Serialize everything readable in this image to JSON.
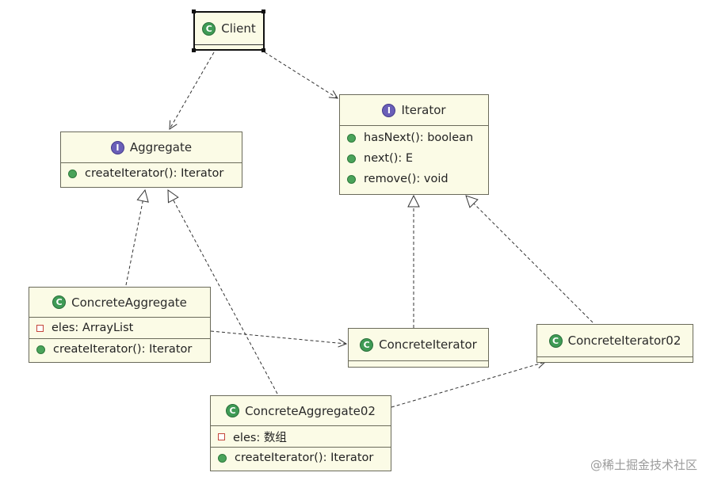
{
  "classes": {
    "client": {
      "name": "Client",
      "kind": "class"
    },
    "iterator": {
      "name": "Iterator",
      "kind": "interface",
      "methods": [
        "hasNext(): boolean",
        "next(): E",
        "remove(): void"
      ]
    },
    "aggregate": {
      "name": "Aggregate",
      "kind": "interface",
      "methods": [
        "createIterator(): Iterator"
      ]
    },
    "concrete_aggregate": {
      "name": "ConcreteAggregate",
      "kind": "class",
      "fields": [
        "eles: ArrayList"
      ],
      "methods": [
        "createIterator(): Iterator"
      ]
    },
    "concrete_iterator": {
      "name": "ConcreteIterator",
      "kind": "class"
    },
    "concrete_iterator02": {
      "name": "ConcreteIterator02",
      "kind": "class"
    },
    "concrete_aggregate02": {
      "name": "ConcreteAggregate02",
      "kind": "class",
      "fields": [
        "eles: 数组"
      ],
      "methods": [
        "createIterator(): Iterator"
      ]
    }
  },
  "icons": {
    "class": "C",
    "interface": "I"
  },
  "watermark": "@稀土掘金技术社区"
}
